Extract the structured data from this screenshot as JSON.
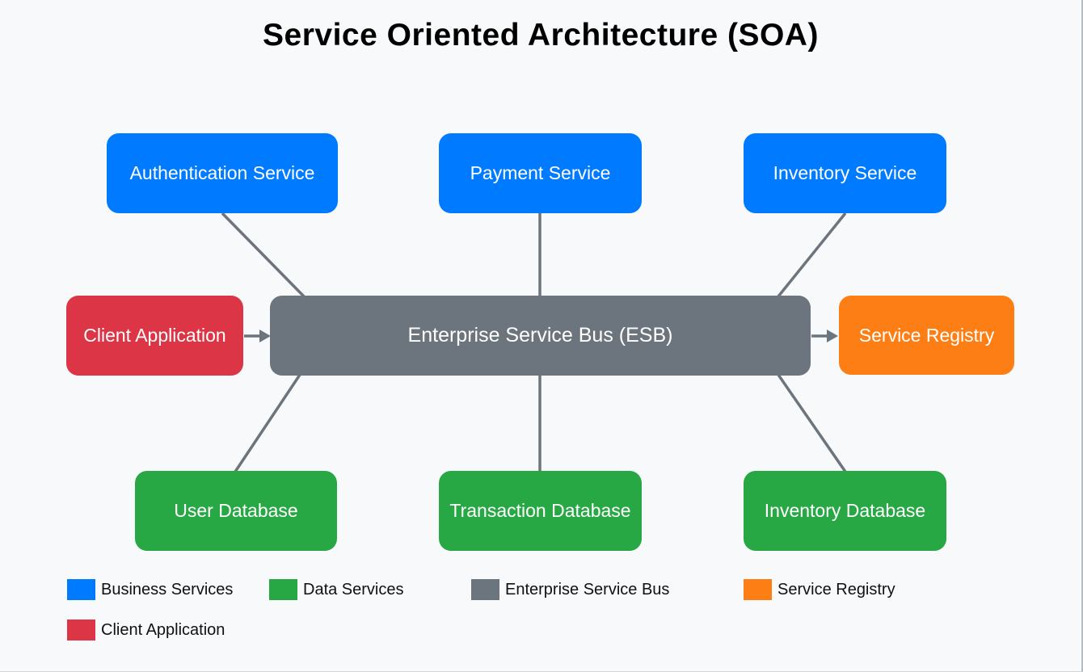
{
  "title": "Service Oriented Architecture (SOA)",
  "colors": {
    "business_service": "#007bff",
    "data_service": "#28a745",
    "esb": "#6c757d",
    "registry": "#fd7e14",
    "client": "#dc3545",
    "background": "#f8f9fa",
    "connector": "#6c757d",
    "node_text": "#ffffff"
  },
  "nodes": {
    "auth": {
      "label": "Authentication Service"
    },
    "payment": {
      "label": "Payment Service"
    },
    "inventory_service": {
      "label": "Inventory Service"
    },
    "client": {
      "label": "Client Application"
    },
    "esb": {
      "label": "Enterprise Service Bus (ESB)"
    },
    "registry": {
      "label": "Service Registry"
    },
    "user_db": {
      "label": "User Database"
    },
    "transaction_db": {
      "label": "Transaction Database"
    },
    "inventory_db": {
      "label": "Inventory Database"
    }
  },
  "legend": [
    {
      "label": "Business Services",
      "color": "#007bff"
    },
    {
      "label": "Data Services",
      "color": "#28a745"
    },
    {
      "label": "Enterprise Service Bus",
      "color": "#6c757d"
    },
    {
      "label": "Service Registry",
      "color": "#fd7e14"
    },
    {
      "label": "Client Application",
      "color": "#dc3545"
    }
  ]
}
